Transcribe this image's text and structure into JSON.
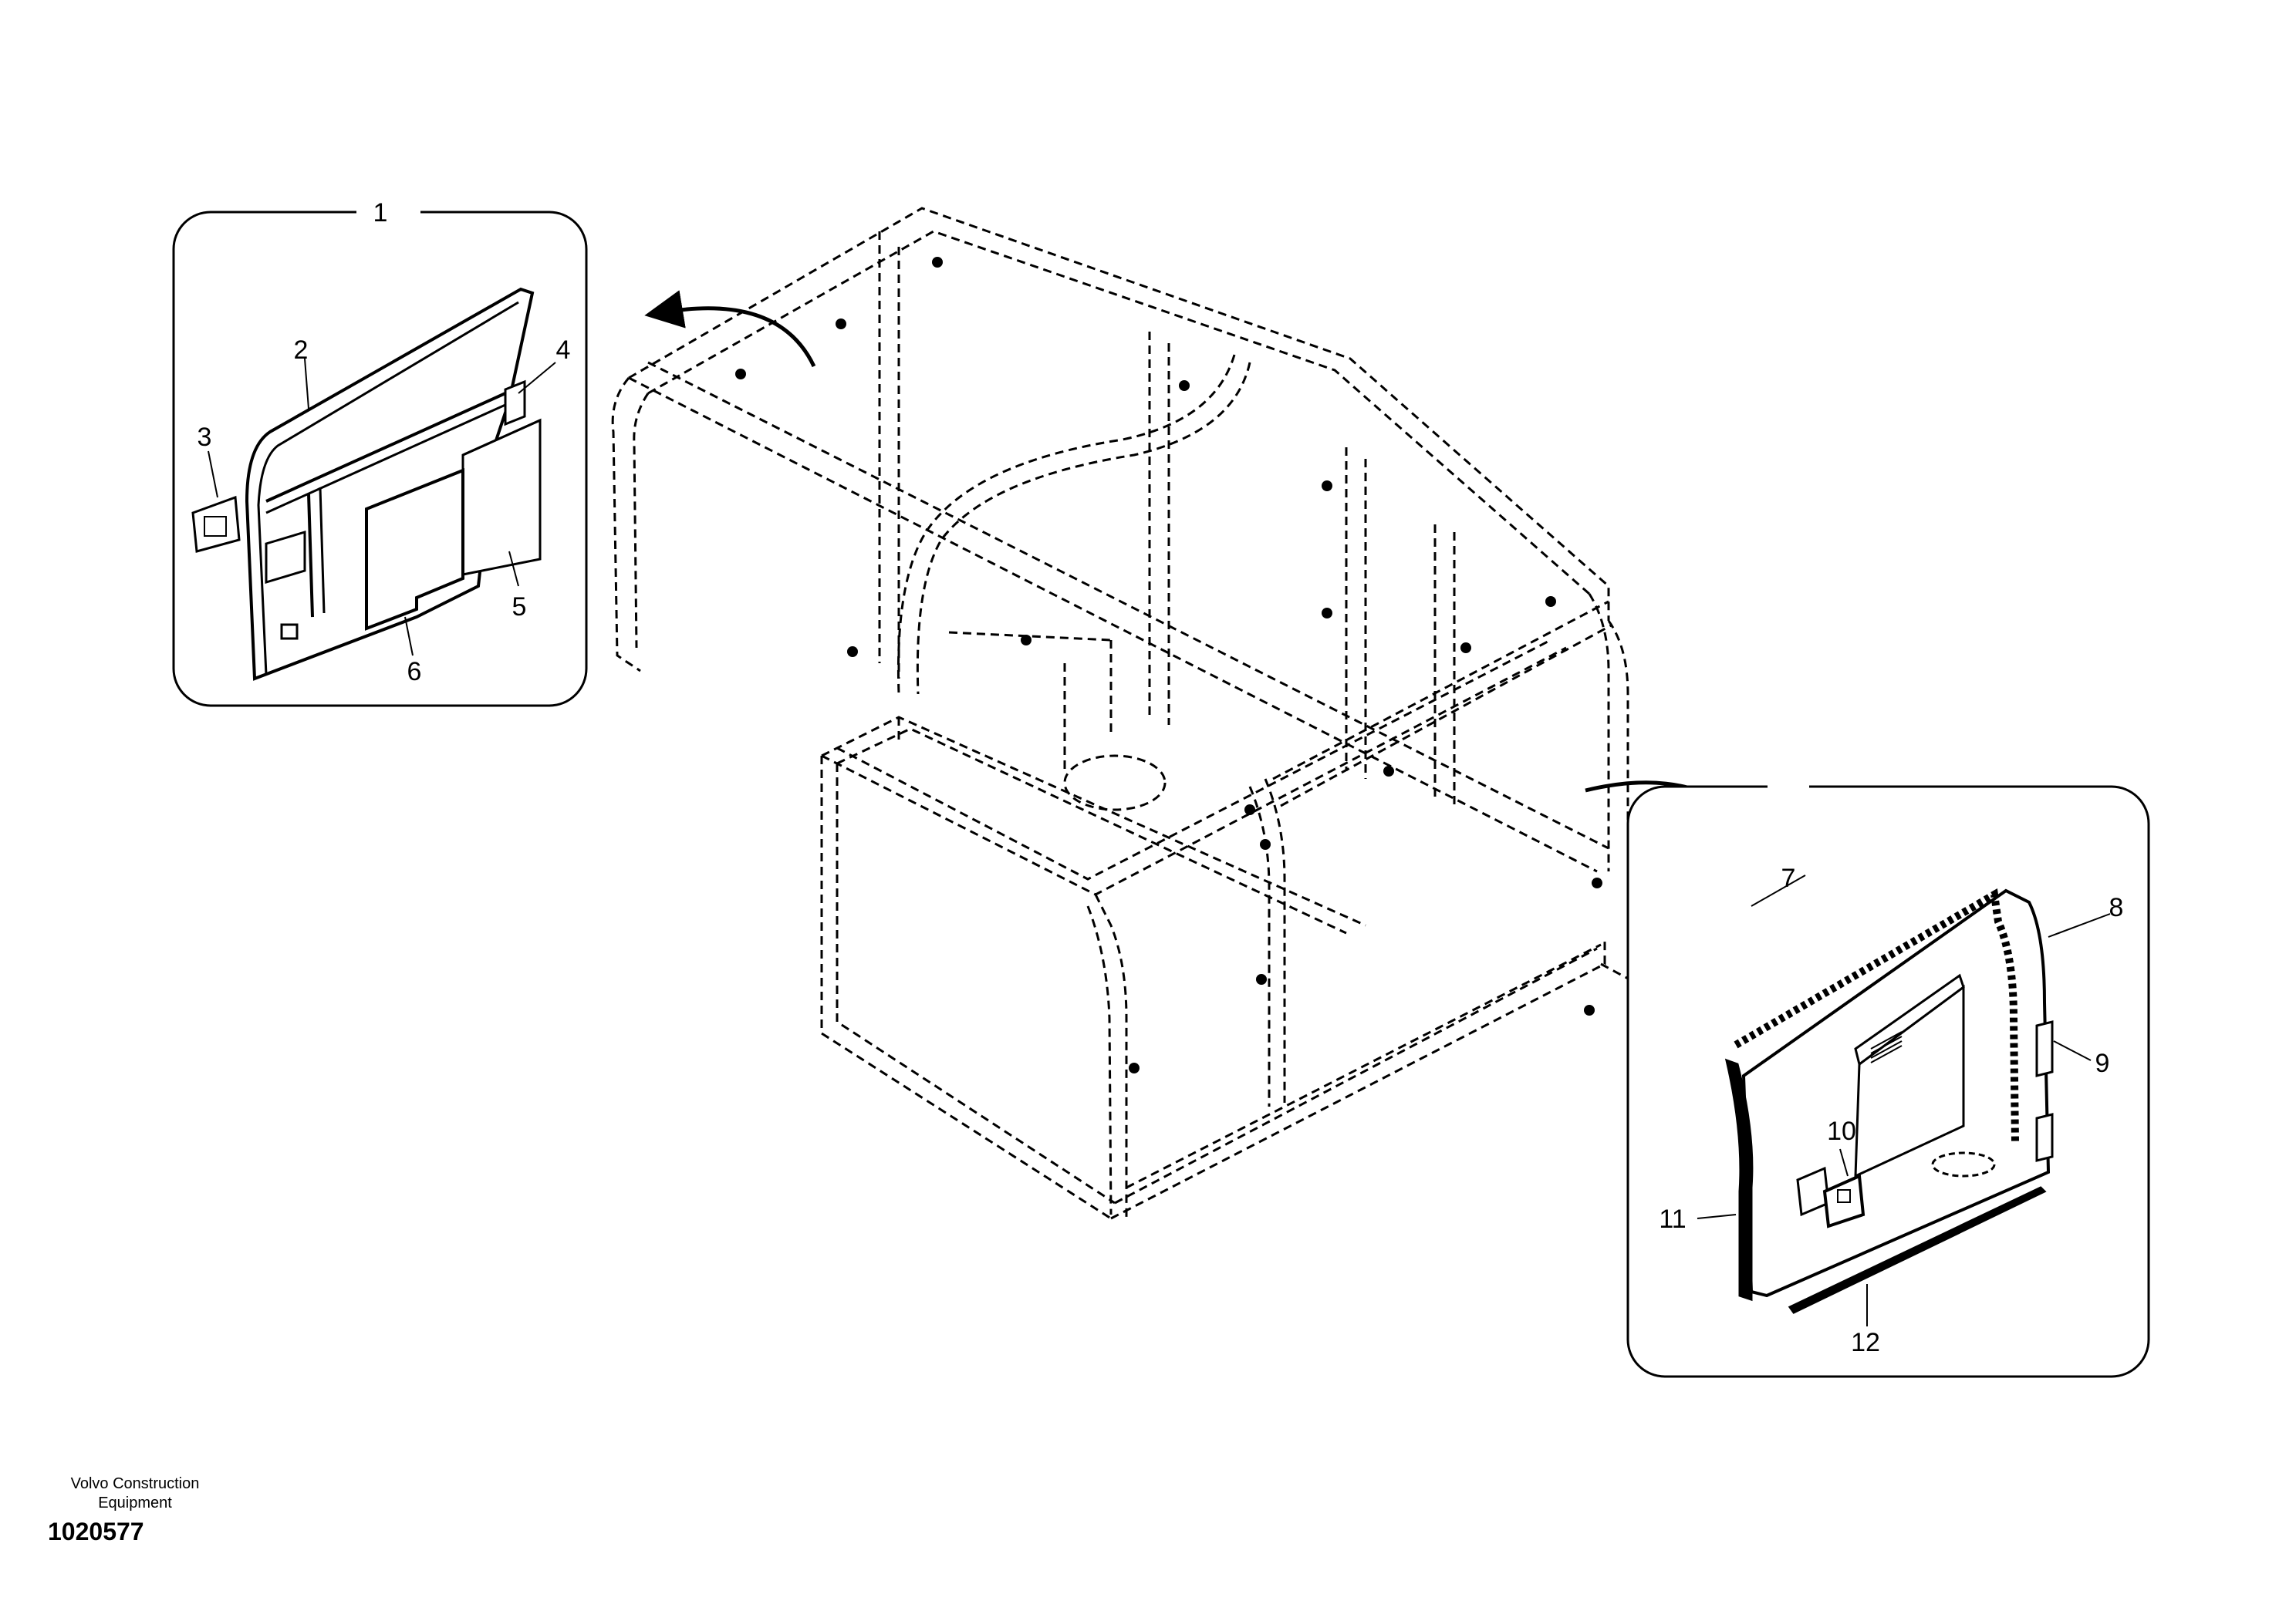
{
  "diagram": {
    "callouts": {
      "c1": "1",
      "c2": "2",
      "c3": "3",
      "c4": "4",
      "c5": "5",
      "c6": "6",
      "c7": "7",
      "c8": "8",
      "c9": "9",
      "c10": "10",
      "c11": "11",
      "c12": "12"
    }
  },
  "footer": {
    "brand_line1": "Volvo Construction",
    "brand_line2": "Equipment",
    "drawing_number": "1020577"
  },
  "colors": {
    "line": "#000000",
    "background": "#ffffff"
  }
}
